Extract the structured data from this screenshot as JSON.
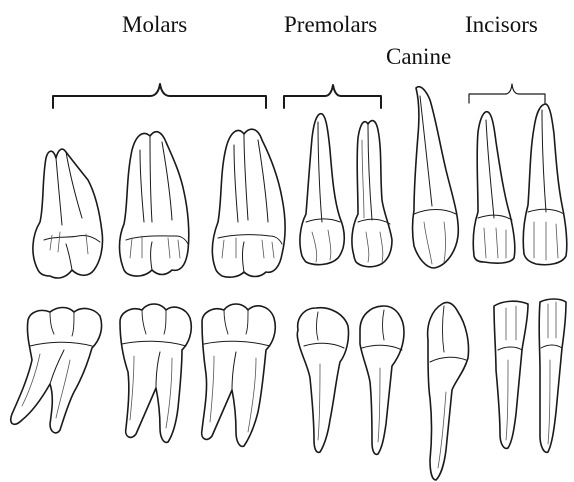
{
  "labels": {
    "molars": "Molars",
    "premolars": "Premolars",
    "canine": "Canine",
    "incisors": "Incisors"
  },
  "colors": {
    "ink": "#1a1a1a",
    "shade": "#555555",
    "background": "#ffffff"
  }
}
